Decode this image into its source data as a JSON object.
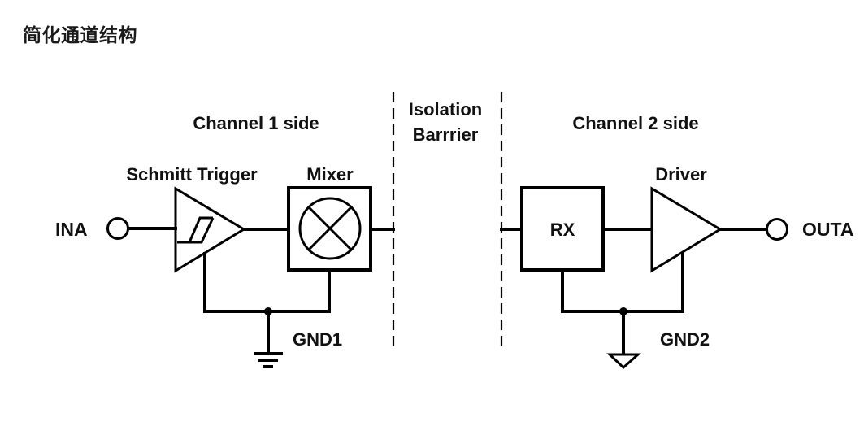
{
  "title": "简化通道结构",
  "diagram": {
    "sections": {
      "channel1": "Channel 1 side",
      "isolation_line1": "Isolation",
      "isolation_line2": "Barrrier",
      "channel2": "Channel 2 side"
    },
    "blocks": {
      "schmitt_trigger": "Schmitt Trigger",
      "mixer": "Mixer",
      "rx": "RX",
      "driver": "Driver"
    },
    "pins": {
      "input": "INA",
      "output": "OUTA",
      "ground1": "GND1",
      "ground2": "GND2"
    },
    "icons": {
      "schmitt": "schmitt-trigger-buffer-symbol",
      "mixer": "mixer-circle-x-symbol",
      "driver": "buffer-triangle-symbol",
      "gnd1": "earth-ground-symbol",
      "gnd2": "signal-ground-triangle-symbol"
    },
    "colors": {
      "stroke": "#000000",
      "text": "#111111",
      "background": "#ffffff"
    }
  }
}
